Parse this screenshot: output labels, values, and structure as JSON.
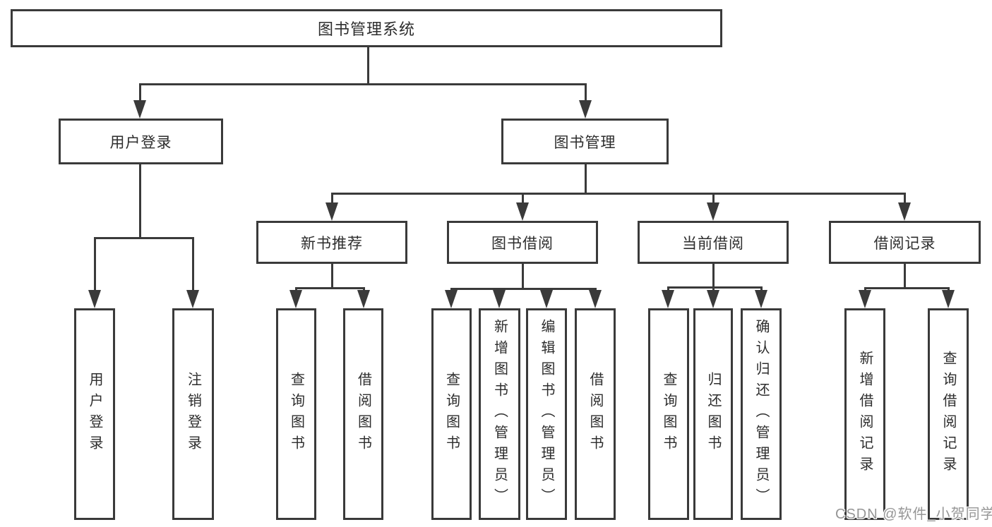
{
  "diagram": {
    "title": "图书管理系统",
    "colors": {
      "line": "#3a3a3a",
      "text": "#2d2d2d",
      "watermark_text": "#969696",
      "background": "#ffffff"
    },
    "watermark": "CSDN @软件_小贺同学",
    "nodes": {
      "root": "图书管理系统",
      "user_login": "用户登录",
      "book_mgmt": "图书管理",
      "new_book_rec": "新书推荐",
      "book_borrow": "图书借阅",
      "current_borrow": "当前借阅",
      "borrow_records": "借阅记录",
      "leaf_user_login": "用户登录",
      "leaf_logout": "注销登录",
      "leaf_query_book_1": "查询图书",
      "leaf_borrow_book_1": "借阅图书",
      "leaf_query_book_2": "查询图书",
      "leaf_add_book": "新增图书（管理员）",
      "leaf_edit_book": "编辑图书（管理员）",
      "leaf_borrow_book_2": "借阅图书",
      "leaf_query_book_3": "查询图书",
      "leaf_return_book": "归还图书",
      "leaf_confirm_return": "确认归还（管理员）",
      "leaf_add_borrow_record": "新增借阅记录",
      "leaf_query_borrow_record": "查询借阅记录"
    }
  }
}
